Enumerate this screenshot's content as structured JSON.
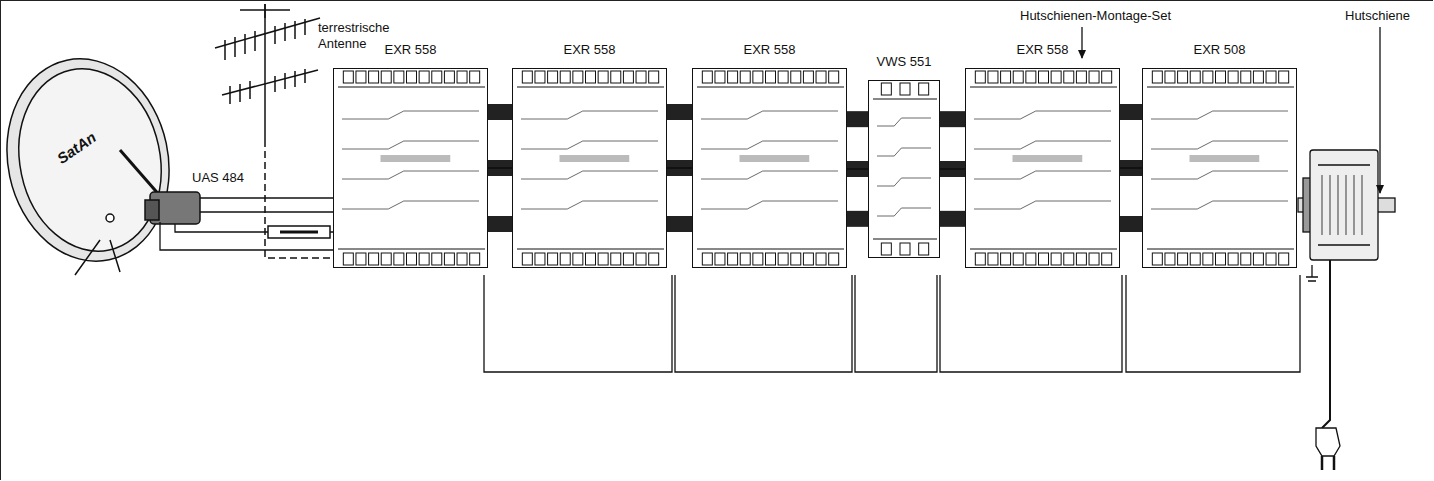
{
  "diagram": {
    "nodes": [
      {
        "text": [
          "EXR 558"
        ]
      },
      {
        "text": [
          "EXR 558"
        ]
      },
      {
        "text": [
          "EXR 558"
        ]
      },
      {
        "text": [
          "VWS 551"
        ]
      },
      {
        "text": [
          "EXR 558"
        ]
      },
      {
        "text": [
          "EXR 508"
        ]
      }
    ],
    "edges": [
      {
        "from": 0,
        "to": 1,
        "arrow": "none"
      },
      {
        "from": 1,
        "to": 2,
        "arrow": "none"
      },
      {
        "from": 2,
        "to": 3,
        "arrow": "none"
      },
      {
        "from": 3,
        "to": 4,
        "arrow": "none"
      },
      {
        "from": 4,
        "to": 5,
        "arrow": "none"
      }
    ],
    "labels": [
      "terrestrische Antenne",
      "UAS 484",
      "SatAn",
      "Hutschienen-Montage-Set",
      "Hutschiene"
    ]
  }
}
